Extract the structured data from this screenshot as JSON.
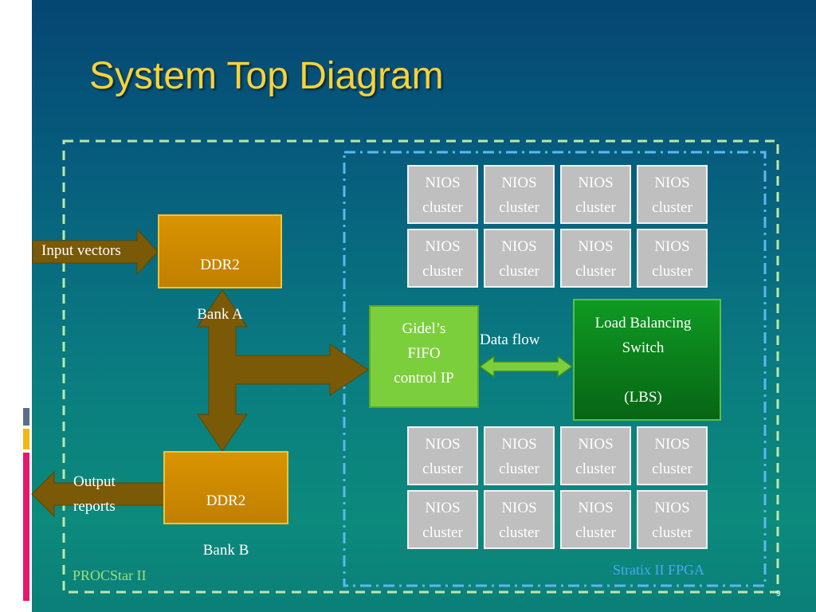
{
  "slide": {
    "title": "System Top Diagram",
    "page_number": "9"
  },
  "diagram": {
    "board_label": "PROCStar II",
    "fpga_label": "Stratix II FPGA",
    "ddr_a": {
      "line1": "DDR2",
      "line2": "Bank A"
    },
    "ddr_b": {
      "line1": "DDR2",
      "line2": "Bank B"
    },
    "input_label": "Input vectors",
    "output_label": "Output\nreports",
    "fifo_label": "Gidel’s\nFIFO\ncontrol IP",
    "data_flow_label": "Data flow",
    "lbs_label": "Load Balancing\nSwitch\n\n(LBS)",
    "nios_label": "NIOS\ncluster",
    "nios_cluster_count": 16
  },
  "colors": {
    "title": "#f7d23a",
    "ddr_fill": "#cc8a00",
    "ddr_border": "#f5c233",
    "arrow_brown": "#7a5a06",
    "fifo_fill": "#7ccf3c",
    "lbs_fill": "#0b8a1a",
    "nios_fill": "#bfbfbf",
    "board_border": "#bfe7a8",
    "fpga_border": "#5ab8f0",
    "board_label": "#9fe07a",
    "fpga_label": "#4aa8f0"
  }
}
